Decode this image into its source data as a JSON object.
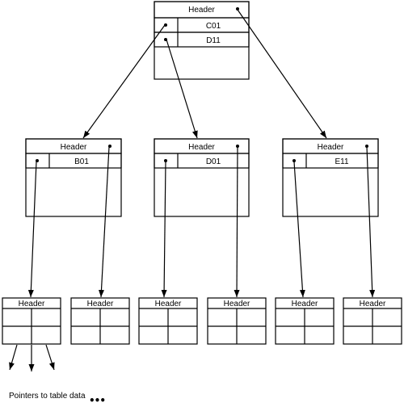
{
  "root": {
    "header": "Header",
    "keys": [
      "C01",
      "D11"
    ]
  },
  "level2": [
    {
      "header": "Header",
      "key": "B01"
    },
    {
      "header": "Header",
      "key": "D01"
    },
    {
      "header": "Header",
      "key": "E11"
    }
  ],
  "leaves": [
    "Header",
    "Header",
    "Header",
    "Header",
    "Header",
    "Header"
  ],
  "caption": "Pointers to table data",
  "ellipsis": "•••"
}
